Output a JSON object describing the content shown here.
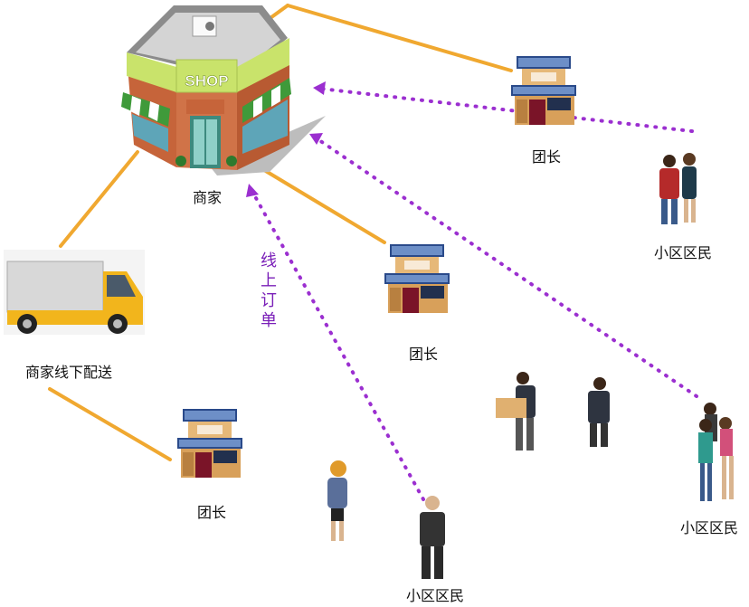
{
  "labels": {
    "merchant": "商家",
    "merchant_offline_delivery": "商家线下配送",
    "group_leader_top": "团长",
    "group_leader_middle": "团长",
    "group_leader_bottom": "团长",
    "residents_right": "小区区民",
    "residents_far_right": "小区区民",
    "residents_bottom": "小区区民",
    "online_order": "线上订单",
    "shop_sign": "SHOP"
  },
  "colors": {
    "solid_link": "#f0a830",
    "dotted_link": "#9b2fd0",
    "online_order_text": "#7a1fb8",
    "truck_body": "#f2b51c",
    "shop_sign_bg": "#c9e36b",
    "shop_awning": "#3f9a3a",
    "house_roof": "#2a4a8a",
    "house_wall": "#d8a05a"
  },
  "icons": [
    "shop-icon",
    "delivery-truck-icon",
    "house-icon",
    "people-icon"
  ]
}
